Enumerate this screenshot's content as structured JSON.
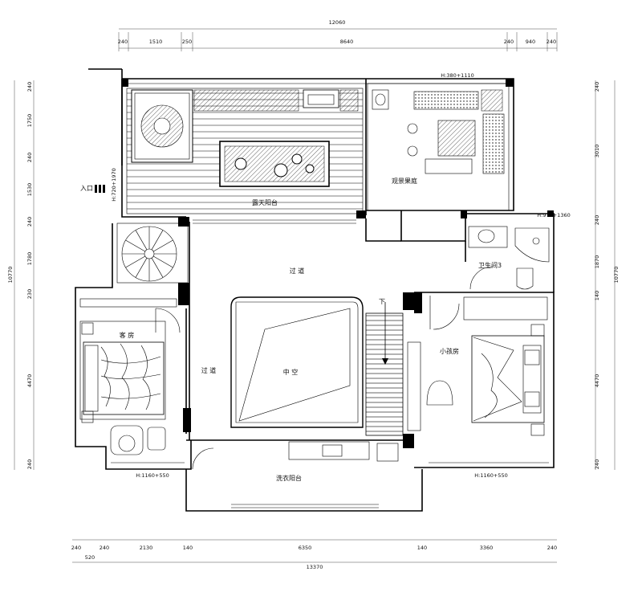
{
  "dimensions": {
    "top_total": "12060",
    "top_segments": [
      "240",
      "1510",
      "250",
      "8640",
      "240",
      "940",
      "240"
    ],
    "bottom_segments": [
      "240",
      "240",
      "2130",
      "140",
      "6350",
      "140",
      "3360",
      "240"
    ],
    "bottom_sub": "520",
    "bottom_total": "13370",
    "left_segments": [
      "240",
      "1750",
      "240",
      "1530",
      "240",
      "1780",
      "230",
      "4470",
      "240"
    ],
    "left_total": "10770",
    "right_segments": [
      "240",
      "3010",
      "240",
      "1870",
      "140",
      "4470",
      "240"
    ],
    "right_total": "10770"
  },
  "labels": {
    "entrance": "入口",
    "open_balcony": "露天阳台",
    "view_garden": "观景果庭",
    "corridor_top": "过  道",
    "corridor_left": "过  道",
    "atrium": "中  空",
    "guest_room": "客  房",
    "kids_room": "小孩房",
    "bathroom3": "卫生间3",
    "laundry_balcony": "洗衣阳台",
    "stairs_down": "下"
  },
  "heights": {
    "entrance_h": "H:720+1970",
    "garden_h": "H:380+1110",
    "bath_h": "H:970+1360",
    "guest_h": "H:1160+550",
    "kids_h": "H:1160+550"
  }
}
